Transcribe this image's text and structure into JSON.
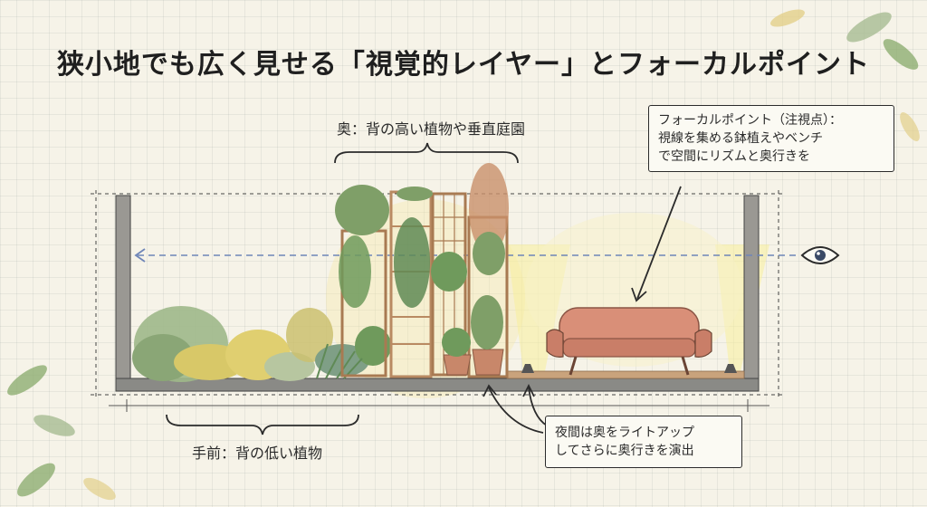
{
  "title": "狭小地でも広く見せる「視覚的レイヤー」とフォーカルポイント",
  "labels": {
    "back": "奥：背の高い植物や垂直庭園",
    "front": "手前：背の低い植物"
  },
  "callouts": {
    "focal_point": {
      "lines": [
        "フォーカルポイント（注視点）：",
        "視線を集める鉢植えやベンチ",
        "で空間にリズムと奥行きを"
      ]
    },
    "night": {
      "lines": [
        "夜間は奥をライトアップ",
        "してさらに奥行きを演出"
      ]
    }
  },
  "icons": {
    "eye": "eye-icon",
    "bench": "bench-icon",
    "uplight": "uplight-icon",
    "trellis": "trellis-icon",
    "planter": "planter-icon"
  },
  "colors": {
    "sight_line": "#6f86b8",
    "bench": "#d98f78",
    "light": "#f7e9a4",
    "foliage": "#8fae72",
    "foliage_dark": "#5f8a55",
    "shrub_yellow": "#d8c868",
    "wood": "#b98a62",
    "wall": "#8a8a86",
    "pot": "#c8876a"
  }
}
